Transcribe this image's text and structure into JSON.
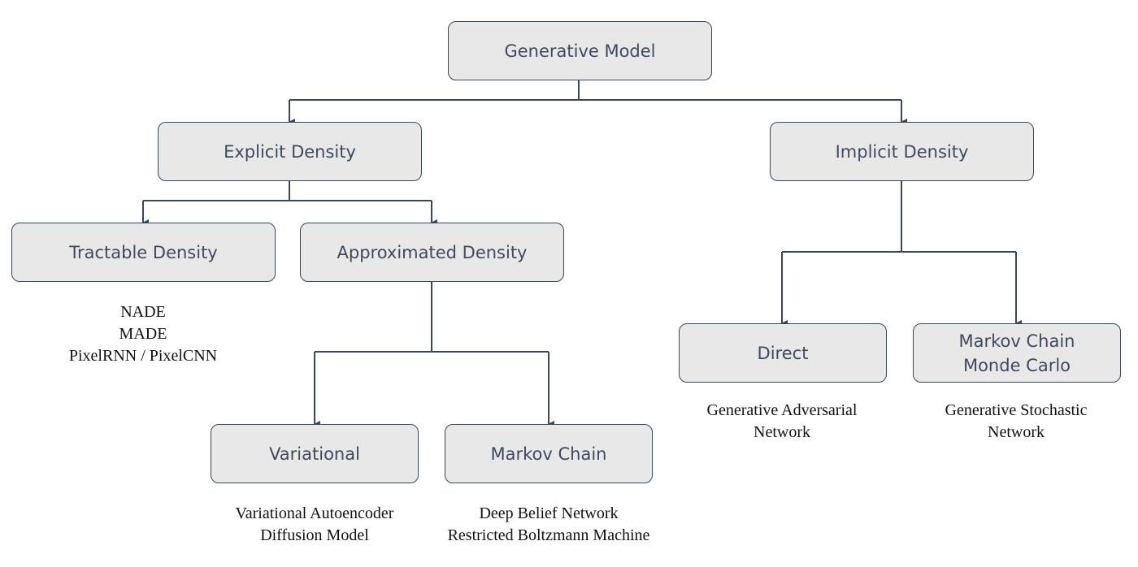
{
  "nodes": {
    "root": "Generative Model",
    "explicit": "Explicit Density",
    "implicit": "Implicit Density",
    "tractable": "Tractable Density",
    "approximated": "Approximated Density",
    "variational": "Variational",
    "markov_chain": "Markov Chain",
    "direct": "Direct",
    "mcmc_line1": "Markov Chain",
    "mcmc_line2": "Monde Carlo"
  },
  "captions": {
    "tractable": [
      "NADE",
      "MADE",
      "PixelRNN / PixelCNN"
    ],
    "variational": [
      "Variational Autoencoder",
      "Diffusion Model"
    ],
    "markov_chain": [
      "Deep Belief Network",
      "Restricted Boltzmann Machine"
    ],
    "direct": [
      "Generative Adversarial",
      "Network"
    ],
    "mcmc": [
      "Generative Stochastic",
      "Network"
    ]
  },
  "colors": {
    "node_fill": "#e8e8e8",
    "node_border": "#3c4756",
    "node_text": "#3e4a5e",
    "connector": "#3c4756",
    "caption_text": "#111111"
  }
}
